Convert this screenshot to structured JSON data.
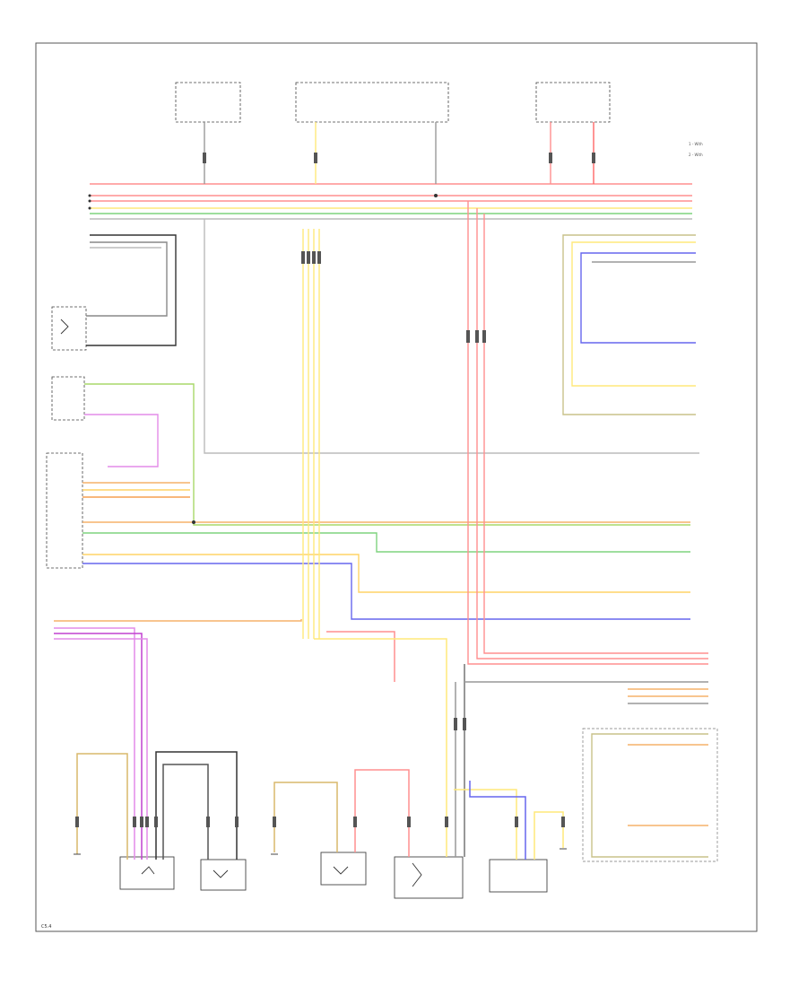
{
  "diagram": {
    "corner_code": "C5.4",
    "legend": {
      "item1": "1 - With",
      "item2": "2 - With"
    }
  },
  "colors": {
    "red": "#ff8f8f",
    "yellow": "#ffe97a",
    "green": "#7fd37f",
    "blue": "#6666ee",
    "orange": "#f5b26a",
    "pink": "#e38ce8",
    "magenta": "#c040d0",
    "gray": "#999999",
    "dark": "#333333",
    "tan": "#d9b86c",
    "olive": "#c9c28a"
  }
}
